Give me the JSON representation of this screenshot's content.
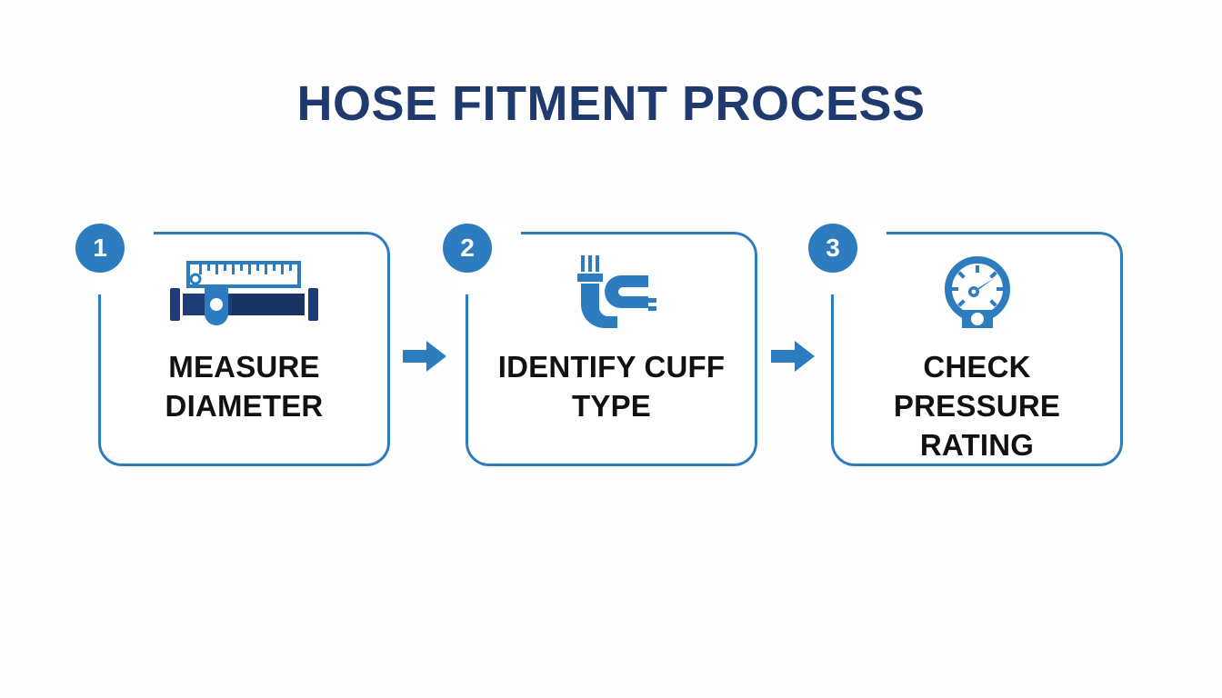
{
  "title": "HOSE FITMENT PROCESS",
  "colors": {
    "background": "#fefefe",
    "title_navy": "#1F3A6E",
    "accent_blue": "#2E7CC0",
    "icon_dark_navy": "#1F3C78",
    "label_black": "#111111",
    "badge_text": "#ffffff"
  },
  "steps": [
    {
      "number": "1",
      "label": "MEASURE DIAMETER",
      "icon": "caliper-ruler-icon"
    },
    {
      "number": "2",
      "label": "IDENTIFY CUFF TYPE",
      "icon": "pipe-cuff-icon"
    },
    {
      "number": "3",
      "label": "CHECK PRESSURE RATING",
      "icon": "pressure-gauge-icon"
    }
  ],
  "connectors": [
    {
      "icon": "arrow-right-icon",
      "from": "1",
      "to": "2"
    },
    {
      "icon": "arrow-right-icon",
      "from": "2",
      "to": "3"
    }
  ]
}
